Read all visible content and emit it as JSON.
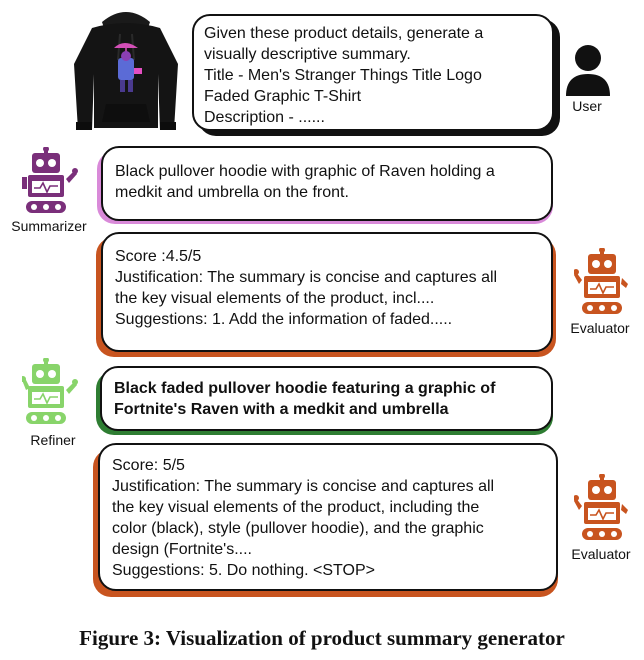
{
  "user_bubble": {
    "lines": [
      "Given these product details, generate a",
      "visually descriptive  summary.",
      "Title - Men's Stranger Things Title Logo",
      "Faded Graphic T-Shirt",
      "Description - ......"
    ]
  },
  "summarizer_bubble": {
    "lines": [
      "Black pullover hoodie with graphic of Raven holding a",
      "medkit and umbrella on the front."
    ]
  },
  "evaluator_bubble_1": {
    "lines": [
      "Score :4.5/5",
      "Justification: The summary is concise and captures all",
      "the key visual elements of the product, incl....",
      "Suggestions: 1. Add the information of faded....."
    ]
  },
  "refiner_bubble": {
    "lines": [
      "Black faded pullover hoodie featuring a graphic of",
      "Fortnite's Raven with a medkit and umbrella"
    ]
  },
  "evaluator_bubble_2": {
    "lines": [
      "Score: 5/5",
      "Justification: The summary is concise and captures all",
      "the key visual elements of the product, including the",
      "color (black), style (pullover hoodie), and the graphic",
      "design (Fortnite's....",
      "Suggestions: 5. Do nothing. <STOP>"
    ]
  },
  "labels": {
    "user": "User",
    "summarizer": "Summarizer",
    "evaluator_1": "Evaluator",
    "refiner": "Refiner",
    "evaluator_2": "Evaluator"
  },
  "caption": "Figure 3: Visualization of product summary generator",
  "colors": {
    "summarizer": "#7a2f7a",
    "summarizer_accent": "#d98ad9",
    "evaluator": "#c8541f",
    "refiner": "#88d46a",
    "refiner_accent": "#2e7d32",
    "user": "#111111"
  },
  "icons": {
    "product": "hoodie-image",
    "user": "user-icon",
    "robot": "robot-icon"
  }
}
